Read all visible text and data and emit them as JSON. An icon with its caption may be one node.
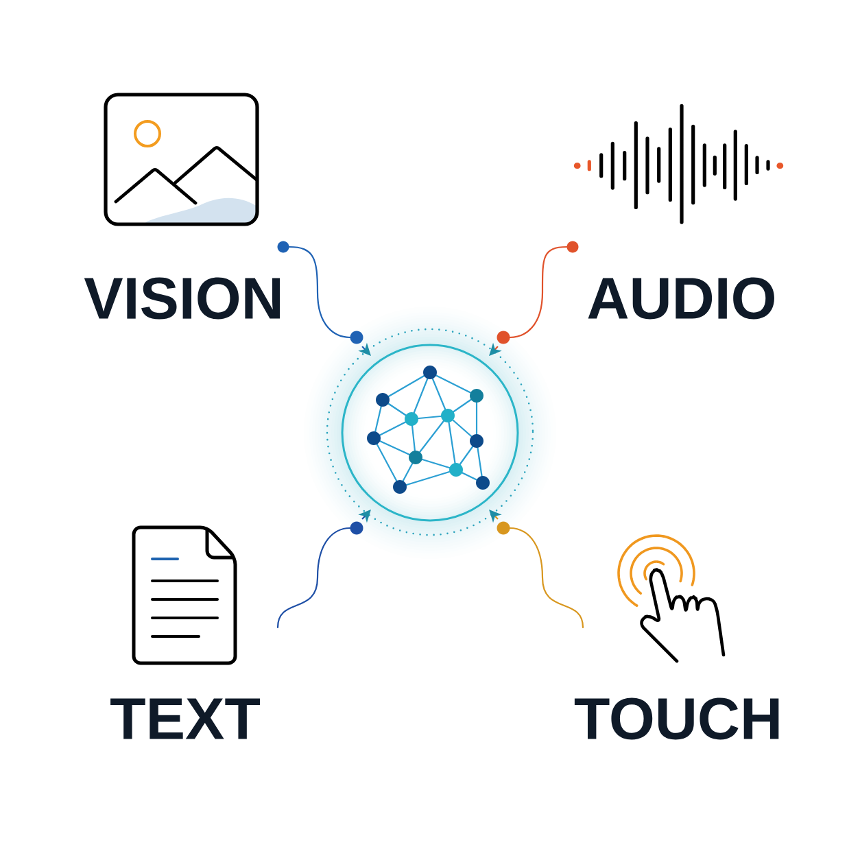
{
  "diagram": {
    "nodes": [
      {
        "text": [
          "VISION"
        ]
      },
      {
        "text": [
          "AUDIO"
        ]
      },
      {
        "text": [
          "TEXT"
        ]
      },
      {
        "text": [
          "TOUCH"
        ]
      },
      {
        "text": [],
        "shape": "circle"
      }
    ],
    "edges": [
      {
        "from": 0,
        "to": 4,
        "arrow": "to",
        "color": "#1f62b4"
      },
      {
        "from": 1,
        "to": 4,
        "arrow": "to",
        "color": "#e0522b"
      },
      {
        "from": 2,
        "to": 4,
        "arrow": "to",
        "color": "#1e4fa6"
      },
      {
        "from": 3,
        "to": 4,
        "arrow": "to",
        "color": "#d8971f"
      }
    ]
  }
}
